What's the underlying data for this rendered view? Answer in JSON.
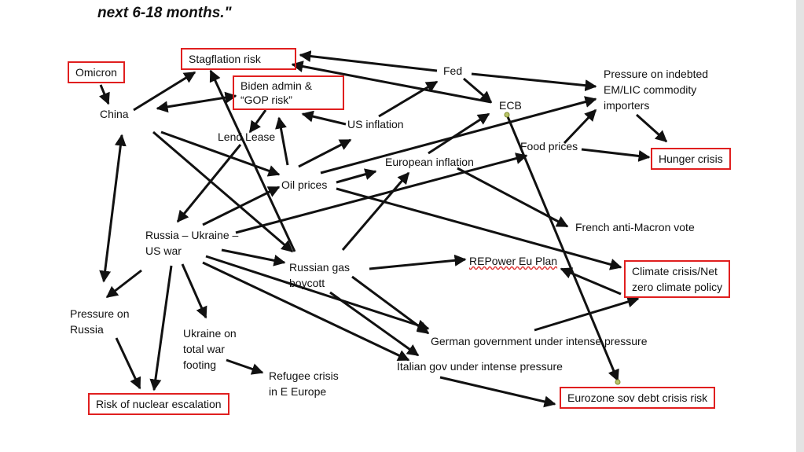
{
  "caption": "next 6-18 months.\"",
  "nodes": {
    "omicron": "Omicron",
    "stagflation": "Stagflation risk",
    "biden_line1": "Biden admin &",
    "biden_line2": "“GOP risk”",
    "china": "China",
    "fed": "Fed",
    "ecb": "ECB",
    "pressure_em_line1": "Pressure on indebted",
    "pressure_em_line2": "EM/LIC commodity",
    "pressure_em_line3": "importers",
    "lend_lease": "Lend Lease",
    "us_inflation": "US inflation",
    "food_prices": "Food prices",
    "hunger": "Hunger crisis",
    "european_inflation": "European inflation",
    "oil_prices": "Oil prices",
    "french_vote": "French anti-Macron vote",
    "russia_war_line1": "Russia – Ukraine –",
    "russia_war_line2": "US war",
    "russian_gas_line1": "Russian gas",
    "russian_gas_line2": "boycott",
    "repower": "REPower Eu Plan",
    "climate_line1": "Climate crisis/Net",
    "climate_line2": "zero climate policy",
    "pressure_russia_line1": "Pressure on",
    "pressure_russia_line2": "Russia",
    "ukraine_war_line1": "Ukraine on",
    "ukraine_war_line2": "total war",
    "ukraine_war_line3": "footing",
    "german_gov": "German government under intense pressure",
    "italian_gov": "Italian gov under intense pressure",
    "refugee_line1": "Refugee crisis",
    "refugee_line2": "in E Europe",
    "nuclear": "Risk of nuclear escalation",
    "eurozone": "Eurozone sov debt crisis risk"
  },
  "colors": {
    "box_border": "#e01f1f",
    "arrow": "#111111",
    "text": "#111111"
  }
}
